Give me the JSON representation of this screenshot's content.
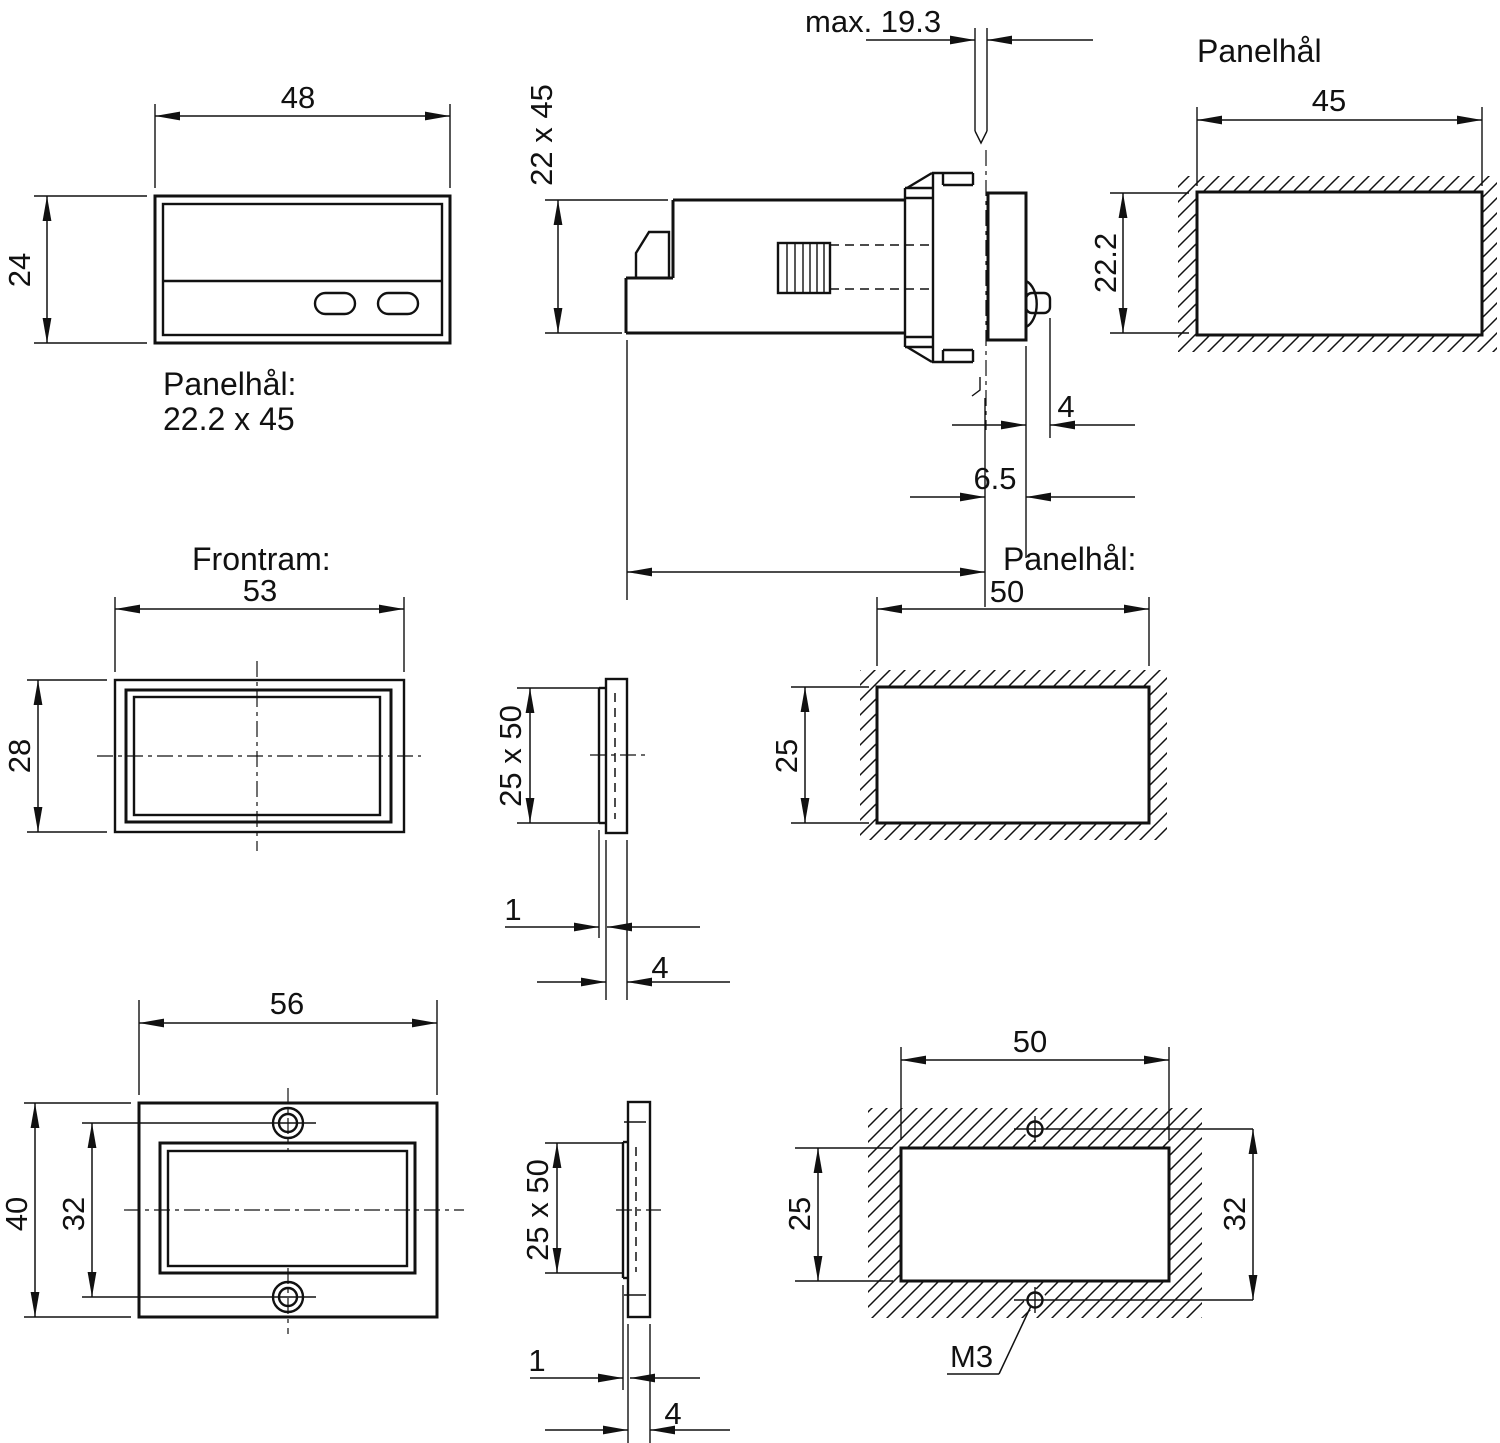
{
  "drawing": {
    "background_color": "#ffffff",
    "line_color": "#111111",
    "front_view": {
      "width_dim": "48",
      "height_dim": "24",
      "caption_line1": "Panelhål:",
      "caption_line2": "22.2 x 45"
    },
    "side_view": {
      "panel_thickness_dim": "max. 19.3",
      "body_dim": "22 x 45",
      "stud_dim": "4",
      "bezel_depth_dim": "6.5"
    },
    "panel_hole_top": {
      "title": "Panelhål",
      "width_dim": "45",
      "height_dim": "22.2"
    },
    "front_frame": {
      "title": "Frontram:",
      "width_dim": "53",
      "height_dim": "28"
    },
    "frame_side_view": {
      "cutout_dim": "25 x 50",
      "lip_dim": "1",
      "depth_dim": "4"
    },
    "panel_hole_mid": {
      "title": "Panelhål:",
      "width_dim": "50",
      "height_dim": "25"
    },
    "screw_frame": {
      "width_dim": "56",
      "height_dim": "40",
      "hole_spacing_dim": "32"
    },
    "screw_frame_side_view": {
      "cutout_dim": "25 x 50",
      "lip_dim": "1",
      "depth_dim": "4"
    },
    "panel_hole_bottom": {
      "width_dim": "50",
      "height_dim": "25",
      "hole_spacing_dim": "32",
      "thread_label": "M3"
    }
  }
}
